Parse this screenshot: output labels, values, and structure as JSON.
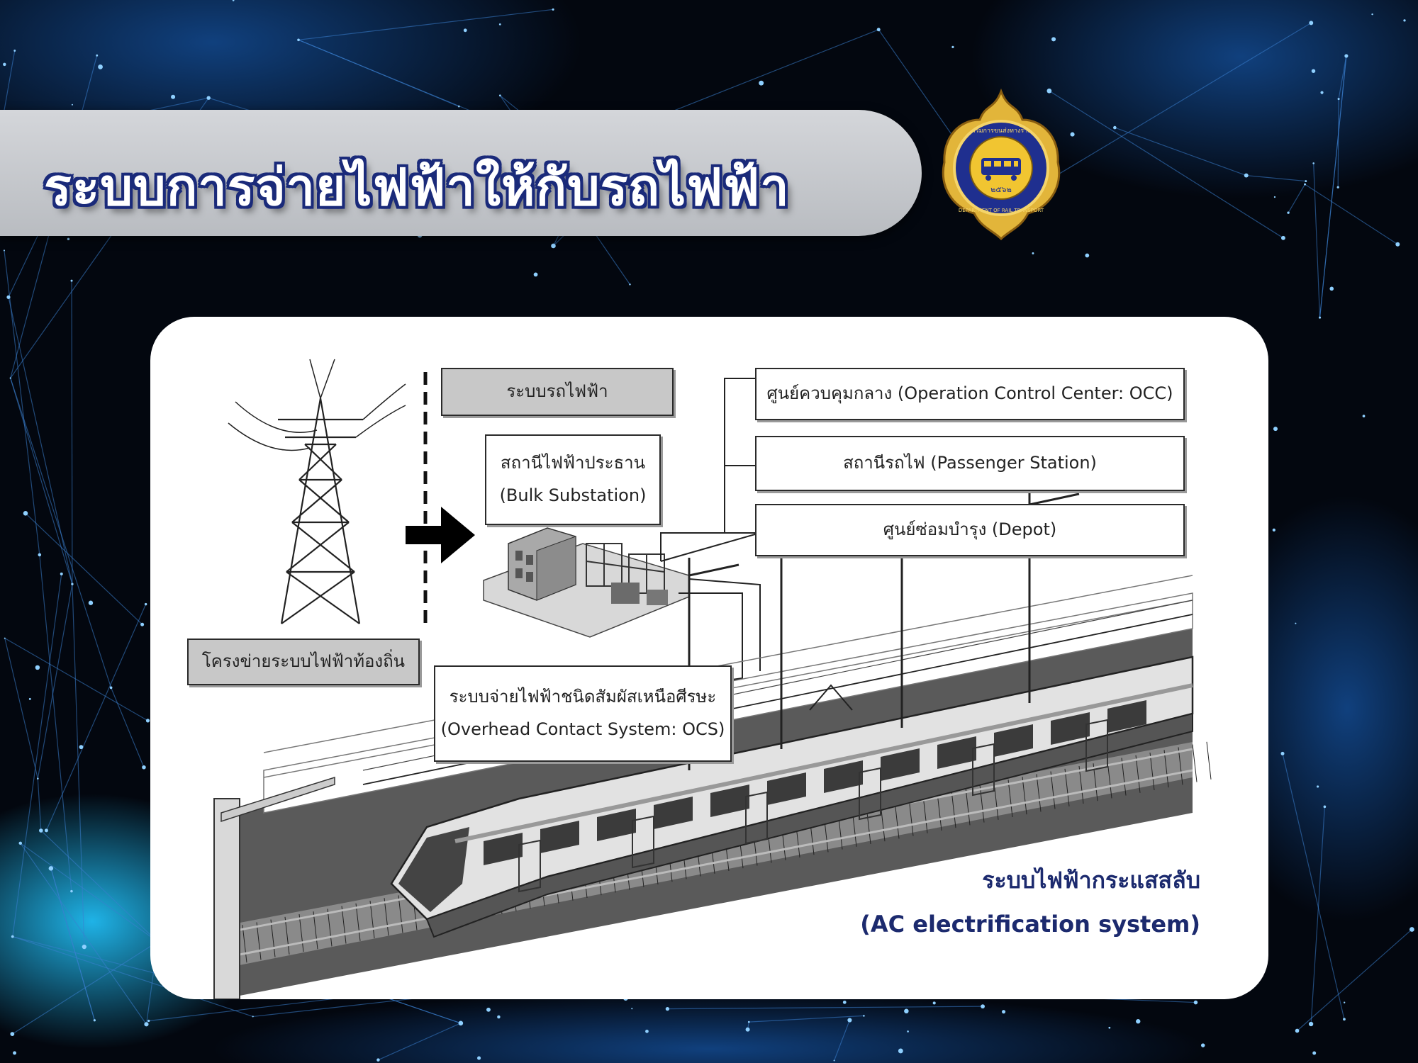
{
  "title": "ระบบการจ่ายไฟฟ้าให้กับรถไฟฟ้า",
  "seal": {
    "top_text": "กรมการขนส่งทางราง",
    "bottom_text": "DEPARTMENT OF RAIL TRANSPORT",
    "year_text": "๒๕๖๒"
  },
  "diagram": {
    "boxes": {
      "rail_system": "ระบบรถไฟฟ้า",
      "bulk_substation_th": "สถานีไฟฟ้าประธาน",
      "bulk_substation_en": "(Bulk Substation)",
      "occ": "ศูนย์ควบคุมกลาง (Operation Control Center: OCC)",
      "passenger_station": "สถานีรถไฟ (Passenger Station)",
      "depot": "ศูนย์ซ่อมบำรุง (Depot)",
      "local_grid": "โครงข่ายระบบไฟฟ้าท้องถิ่น",
      "ocs_th": "ระบบจ่ายไฟฟ้าชนิดสัมผัสเหนือศีรษะ",
      "ocs_en": "(Overhead Contact System: OCS)"
    },
    "caption_th": "ระบบไฟฟ้ากระแสสลับ",
    "caption_en": "(AC electrification system)"
  },
  "colors": {
    "title_outline": "#1a2a7a",
    "caption": "#1c2a6e",
    "background": "#03070f",
    "network_lines": "#3a7fd0"
  }
}
